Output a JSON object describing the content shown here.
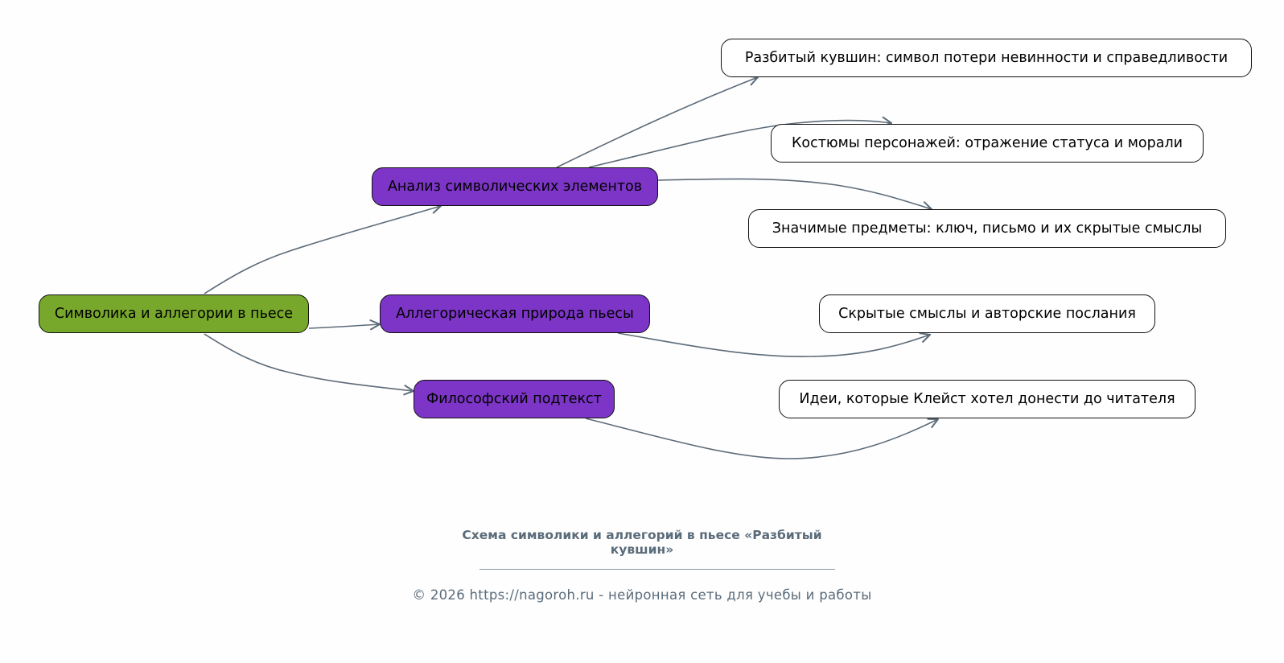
{
  "diagram": {
    "root": {
      "label": "Символика и аллегории в пьесе",
      "color": "#78a82b"
    },
    "branches": [
      {
        "label": "Анализ символических элементов",
        "color": "#7c35c6"
      },
      {
        "label": "Аллегорическая природа пьесы",
        "color": "#7c35c6"
      },
      {
        "label": "Философский подтекст",
        "color": "#7c35c6"
      }
    ],
    "leaves": [
      {
        "label": "Разбитый кувшин: символ потери невинности и справедливости",
        "parent": "Анализ символических элементов"
      },
      {
        "label": "Костюмы персонажей: отражение статуса и морали",
        "parent": "Анализ символических элементов"
      },
      {
        "label": "Значимые предметы: ключ, письмо и их скрытые смыслы",
        "parent": "Анализ символических элементов"
      },
      {
        "label": "Скрытые смыслы и авторские послания",
        "parent": "Аллегорическая природа пьесы"
      },
      {
        "label": "Идеи, которые Клейст хотел донести до читателя",
        "parent": "Философский подтекст"
      }
    ],
    "edge_color": "#5d6b78"
  },
  "caption": {
    "title_line1": "Схема символики и аллегорий в пьесе «Разбитый",
    "title_line2": "кувшин»",
    "credit": "© 2026 https://nagoroh.ru - нейронная сеть для учебы и работы"
  }
}
